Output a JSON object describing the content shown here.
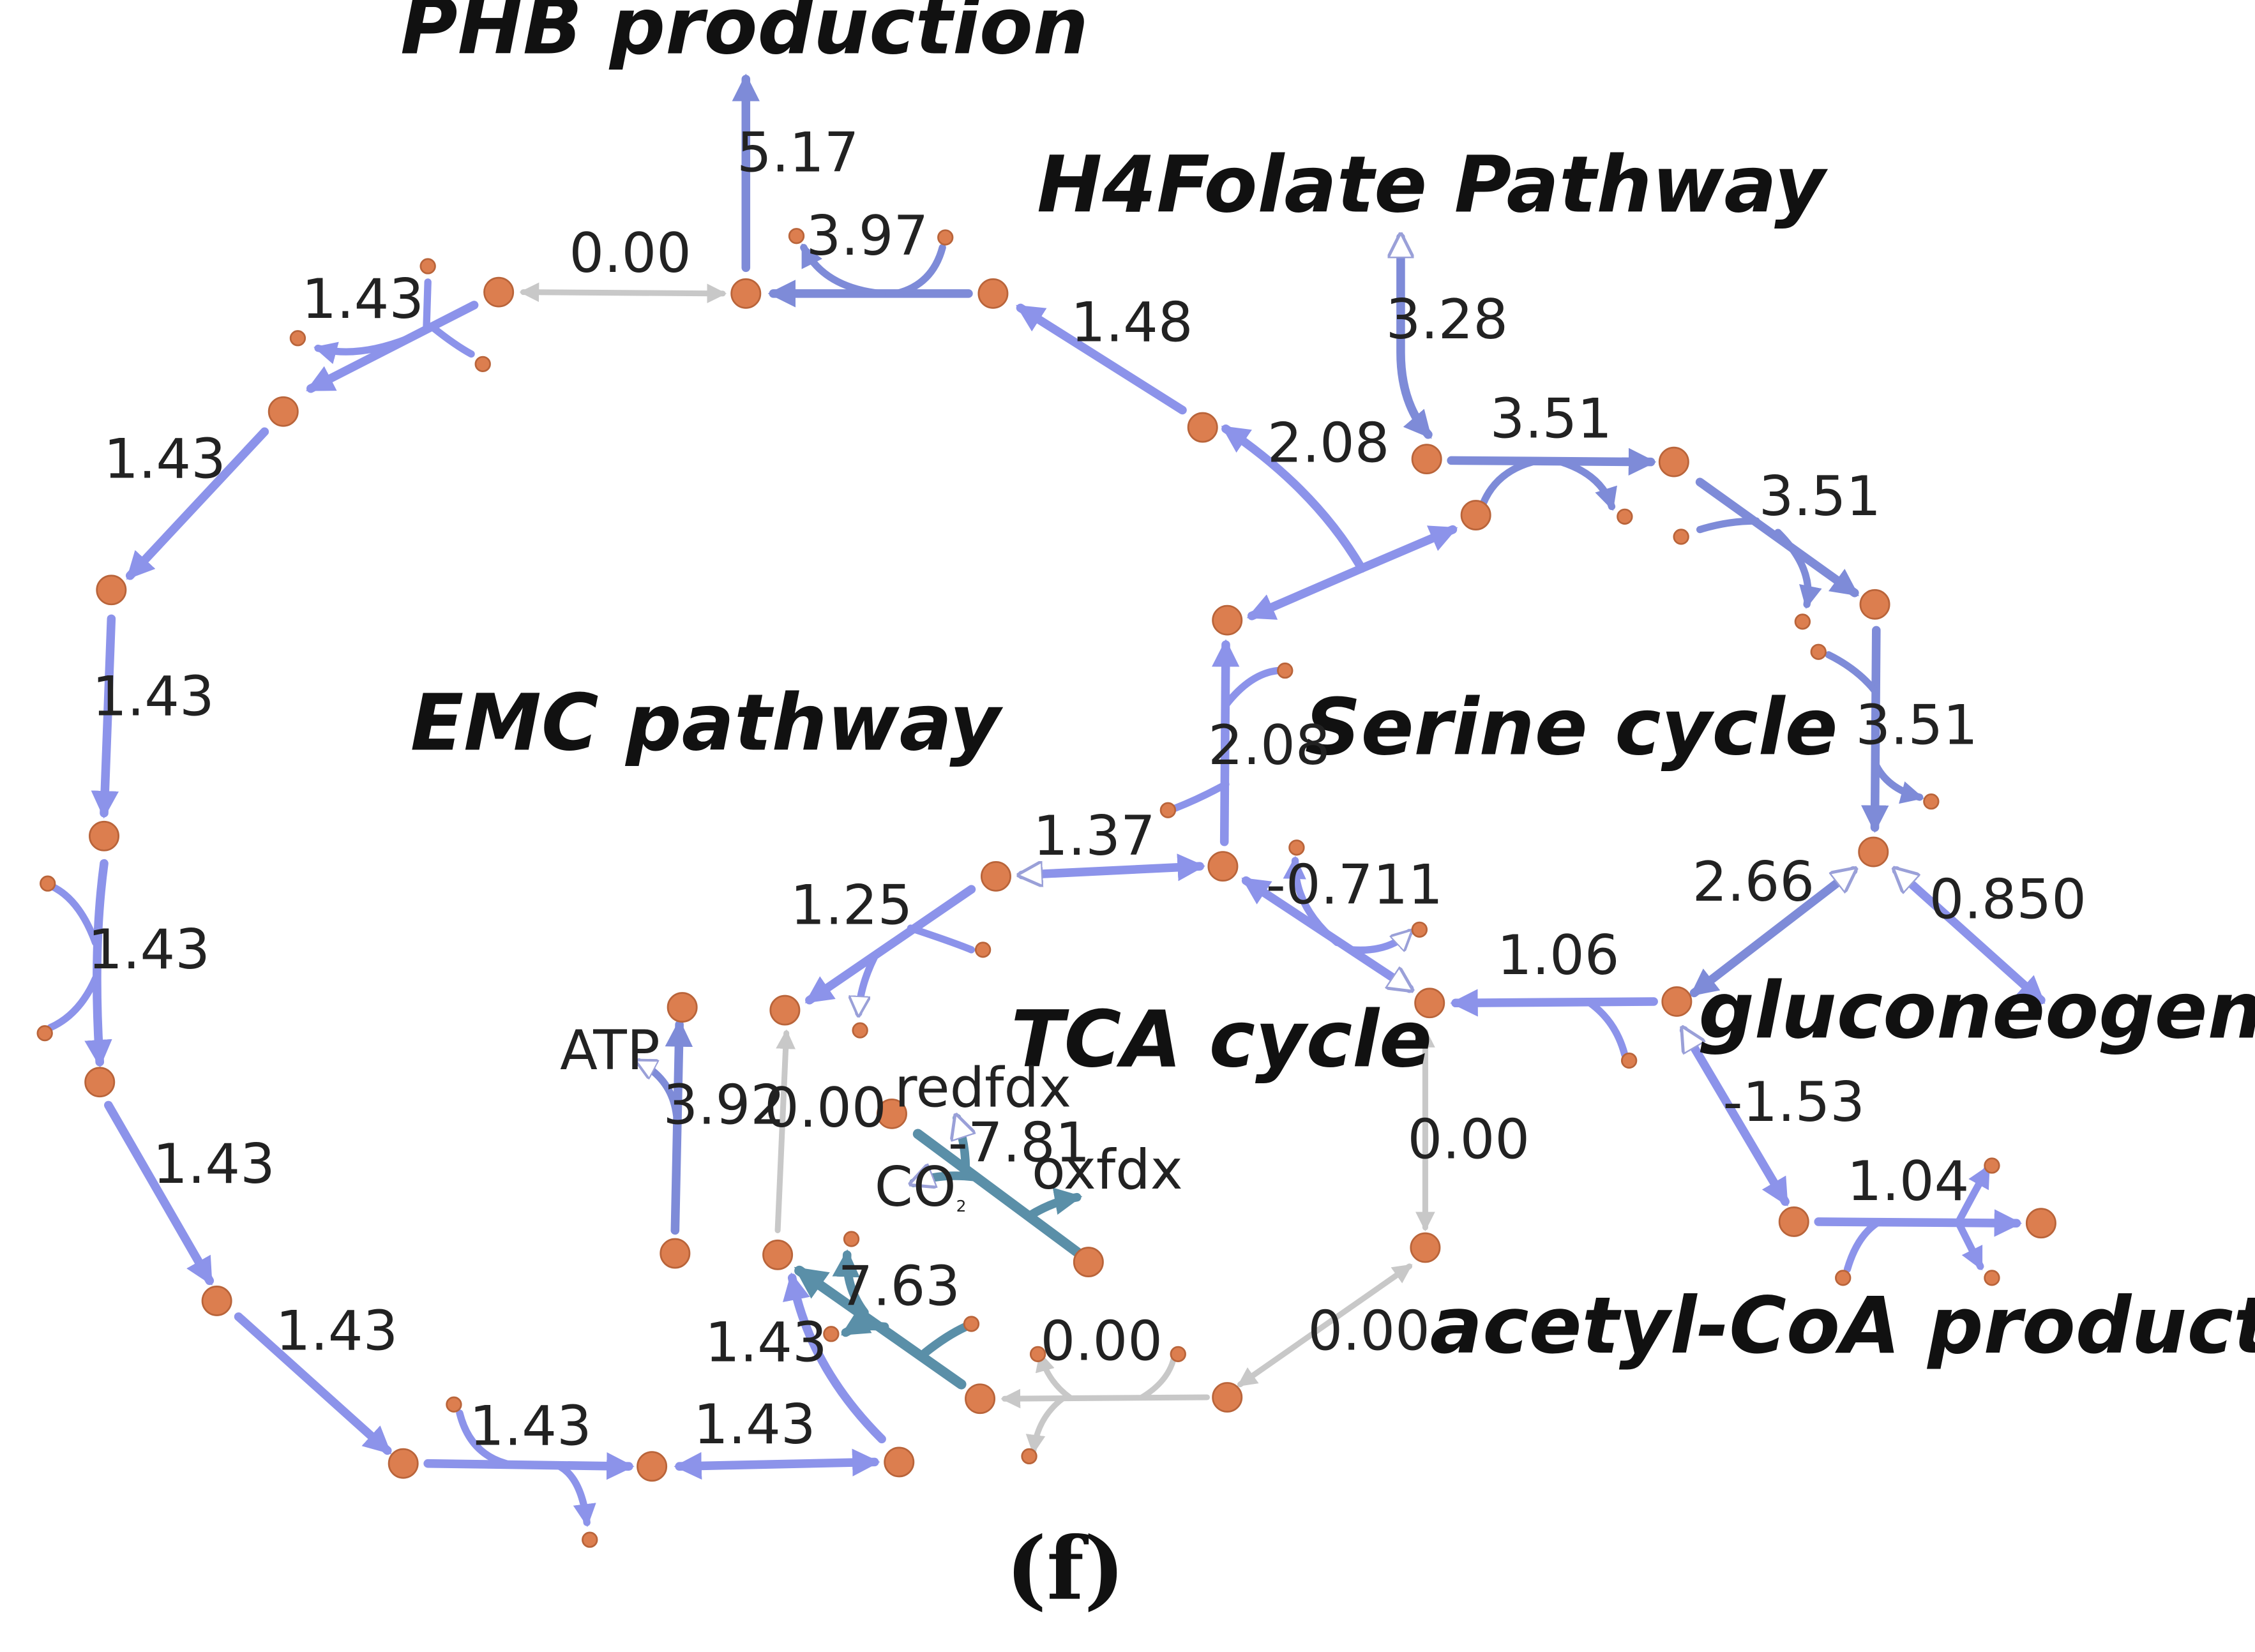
{
  "colors": {
    "flux": "#8c93ea",
    "flux_dark": "#7e8bd8",
    "teal": "#5a8fa8",
    "zero": "#c8c8c8",
    "node": "#dc7e4f",
    "node_stroke": "#b9643a"
  },
  "titles": {
    "phb": "PHB production",
    "h4folate": "H4Folate Pathway",
    "emc": "EMC pathway",
    "serine": "Serine cycle",
    "tca": "TCA cycle",
    "gluconeogenesis": "gluconeogenesis",
    "acetyl": "acetyl-CoA production"
  },
  "flux_labels": {
    "phb": "5.17",
    "top_zero": "0.00",
    "top_397": "3.97",
    "top_148": "1.48",
    "emc_a": "1.43",
    "emc_b": "1.43",
    "emc_c": "1.43",
    "emc_d": "1.43",
    "emc_e": "1.43",
    "emc_f": "1.43",
    "emc_g": "1.43",
    "emc_h": "1.43",
    "emc_i": "1.43",
    "h4f": "3.28",
    "ser_a": "3.51",
    "ser_b": "3.51",
    "ser_c": "3.51",
    "ser_208a": "2.08",
    "ser_208b": "2.08",
    "ser_266": "2.66",
    "glu": "0.850",
    "tca_106": "1.06",
    "tca_0711": "-0.711",
    "tca_137": "1.37",
    "tca_125": "1.25",
    "atp": "3.92",
    "tca_zero_left": "0.00",
    "tca_zero_right": "0.00",
    "tca_zero_bottom": "0.00",
    "tca_zero_br": "0.00",
    "tca_763": "7.63",
    "tca_781": "-7.81",
    "acetyl_153": "-1.53",
    "acetyl_104": "1.04"
  },
  "small_labels": {
    "atp": "ATP",
    "redfdx": "redfdx",
    "oxfdx": "oxfdx",
    "co2": "CO",
    "co2_sub": "2"
  },
  "panel_label": "(f)"
}
